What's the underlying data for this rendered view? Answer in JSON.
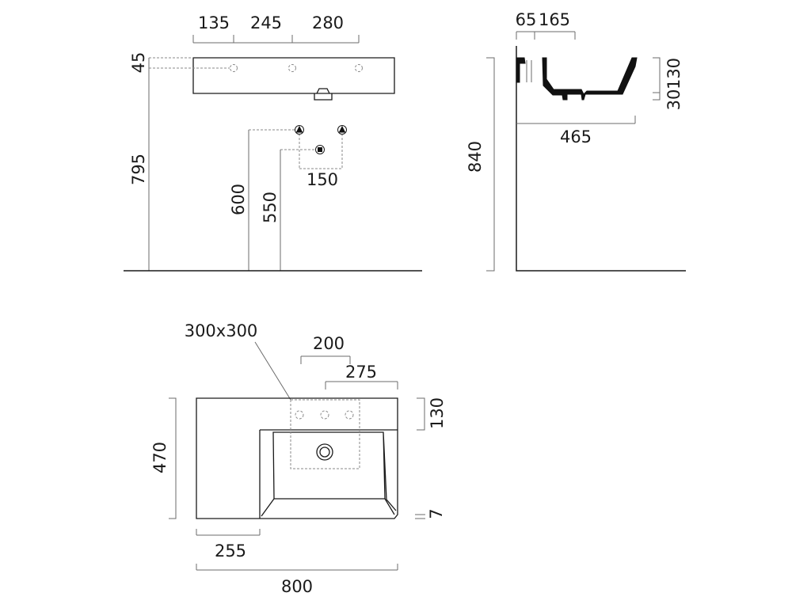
{
  "front_view": {
    "dims": {
      "left_hole_offset": "135",
      "hole_spacing_a": "245",
      "hole_spacing_b": "280",
      "rim_thickness": "45",
      "rim_height": "795",
      "supply_height": "600",
      "waste_height": "550",
      "supply_spacing": "150"
    }
  },
  "side_view": {
    "dims": {
      "wall_offset": "65",
      "tap_depth": "165",
      "depth": "465",
      "bowl_depth": "130",
      "bottom_thickness": "30",
      "total_height": "840"
    }
  },
  "plan_view": {
    "dims": {
      "tap_area": "300x300",
      "tap_hole_offset_a": "200",
      "tap_hole_offset_b": "275",
      "rear_rim": "130",
      "front_rim": "7",
      "width": "800",
      "depth": "470",
      "left_shelf": "255"
    }
  },
  "colors": {
    "line": "#1a1a1a",
    "dimension": "#6b6b6b",
    "hidden": "#8a8a8a"
  }
}
